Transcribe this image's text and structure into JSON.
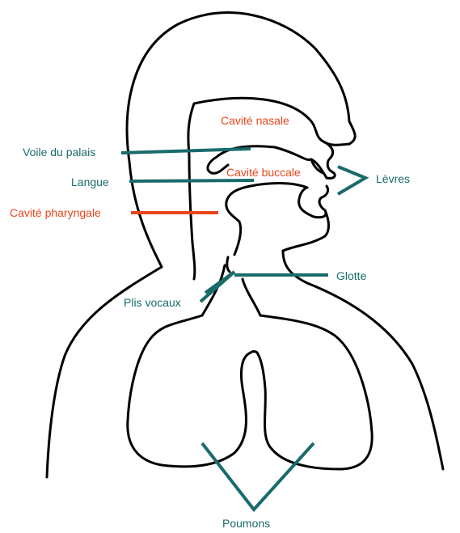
{
  "colors": {
    "label_teal": "#1a6b6b",
    "label_red": "#e8461a",
    "outline": "#000000",
    "background": "#ffffff"
  },
  "labels": {
    "cavite_nasale": "Cavité nasale",
    "voile_du_palais": "Voile du palais",
    "cavite_buccale": "Cavité buccale",
    "langue": "Langue",
    "levres": "Lèvres",
    "cavite_pharyngale": "Cavité pharyngale",
    "glotte": "Glotte",
    "plis_vocaux": "Plis vocaux",
    "poumons": "Poumons"
  }
}
